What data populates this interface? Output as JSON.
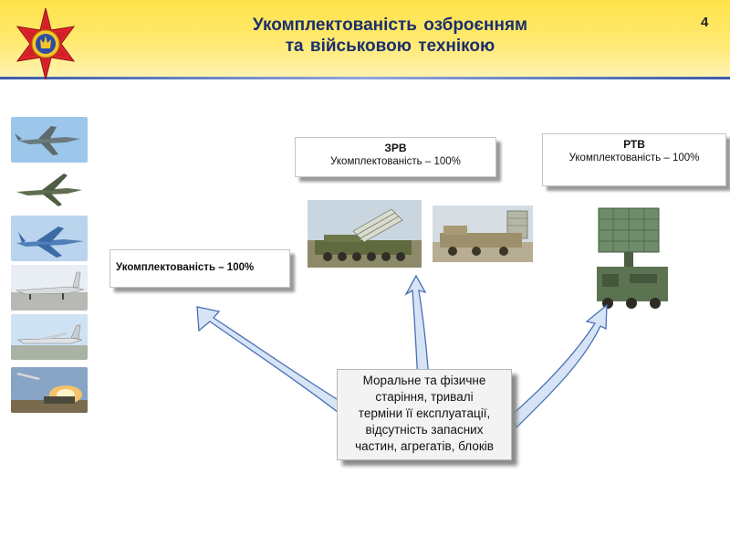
{
  "header": {
    "title_line1": "Укомплектованість  озброєнням",
    "title_line2": "та військовою  технікою",
    "page_number": "4",
    "emblem_icon": "air-force-emblem-icon",
    "colors": {
      "background": "#ffe24a",
      "title": "#1a2f6e",
      "rule": "#3b5aa8"
    }
  },
  "aircraft_thumbnails": [
    {
      "icon": "su-25-aircraft-icon"
    },
    {
      "icon": "su-24-aircraft-icon"
    },
    {
      "icon": "su-27-aircraft-icon"
    },
    {
      "icon": "su-24-on-ground-icon"
    },
    {
      "icon": "an-26-aircraft-icon"
    },
    {
      "icon": "missile-launch-icon"
    }
  ],
  "zrv": {
    "title": "ЗРВ",
    "subtitle": "Укомплектованість  – 100%",
    "photos": [
      {
        "icon": "buk-launcher-icon"
      },
      {
        "icon": "air-defense-radar-truck-icon"
      }
    ]
  },
  "rtv": {
    "title": "РТВ",
    "subtitle": "Укомплектованість  – 100%",
    "photos": [
      {
        "icon": "rtv-radar-station-icon"
      }
    ]
  },
  "aviation": {
    "subtitle": "Укомплектованість  – 100%"
  },
  "center_note": {
    "lines": [
      "Моральне та фізичне",
      "старіння, тривалі",
      "терміни її  експлуатації,",
      "відсутність запасних",
      "частин, агрегатів, блоків"
    ]
  },
  "colors": {
    "arrow_fill": "#d7e4f6",
    "arrow_stroke": "#4a6fb5",
    "box_shadow": "#9a9a9a"
  }
}
